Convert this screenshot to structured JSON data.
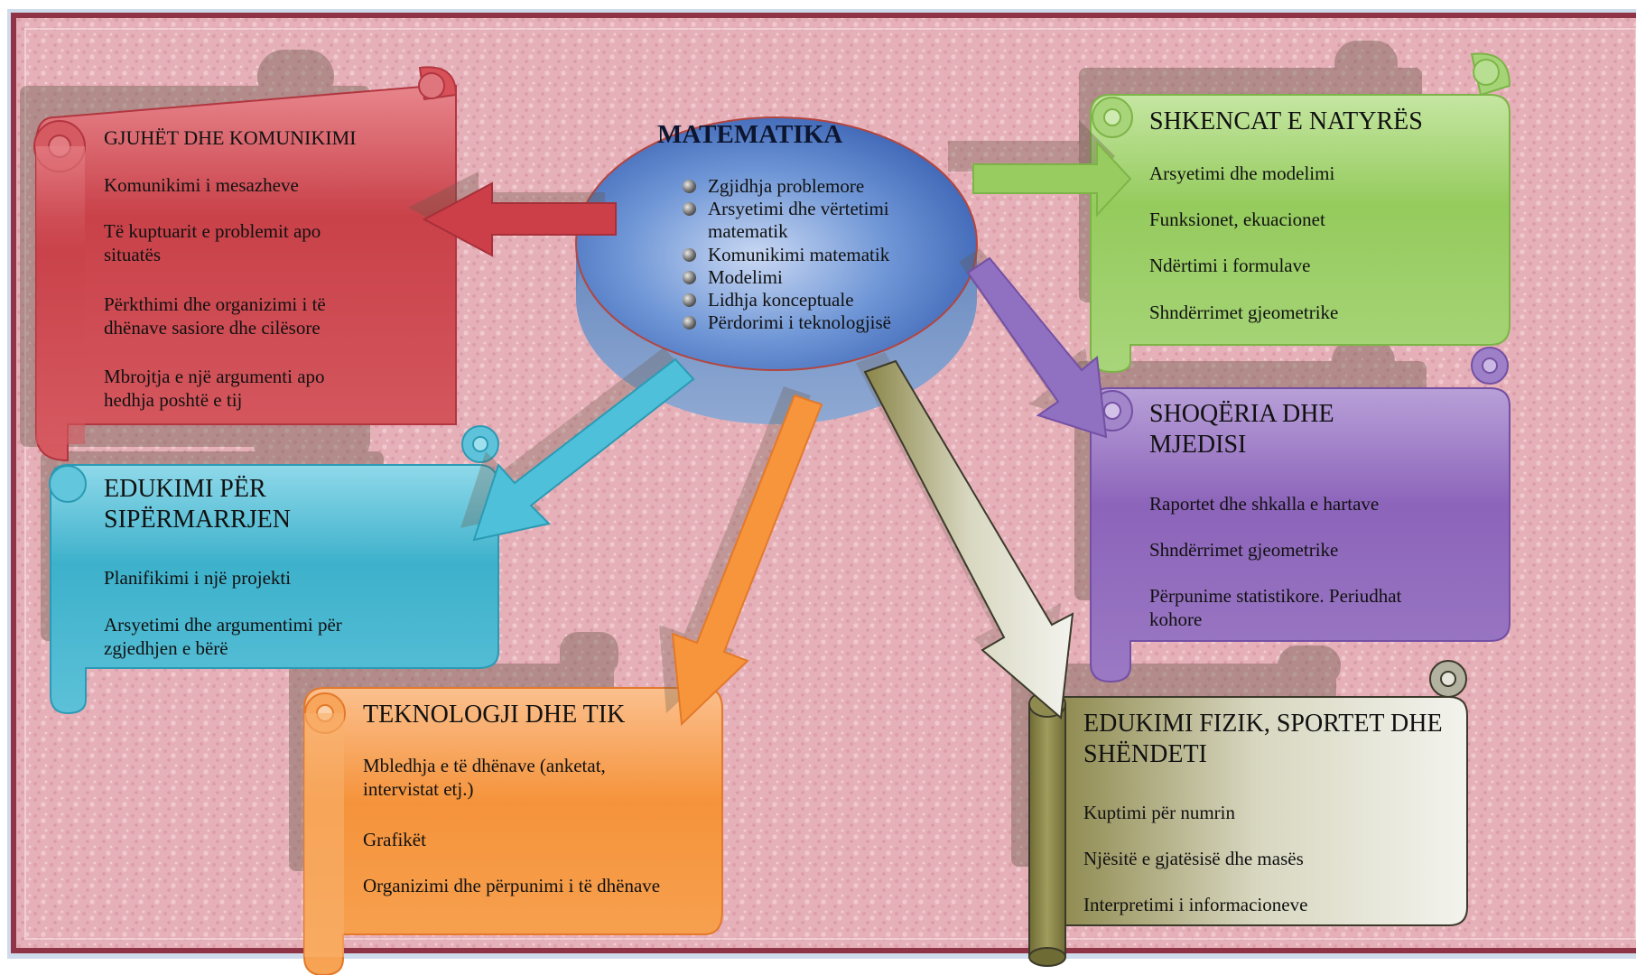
{
  "center": {
    "title": "MATEMATIKA",
    "items": [
      "Zgjidhja problemore",
      "Arsyetimi dhe vërtetimi matematik",
      "Komunikimi matematik",
      "Modelimi",
      "Lidhja konceptuale",
      "Përdorimi i teknologjisë"
    ]
  },
  "boxes": {
    "gjuhet": {
      "title": "GJUHËT DHE KOMUNIKIMI",
      "items": [
        "Komunikimi i mesazheve",
        "Të kuptuarit e problemit apo situatës",
        "Përkthimi dhe organizimi i të dhënave sasiore dhe cilësore",
        "Mbrojtja e një argumenti apo hedhja poshtë e tij"
      ]
    },
    "edukimi_sipermarrjen": {
      "title": "EDUKIMI PËR SIPËRMARRJEN",
      "items": [
        "Planifikimi i një projekti",
        "Arsyetimi dhe argumentimi për zgjedhjen e bërë"
      ]
    },
    "teknologji": {
      "title": "TEKNOLOGJI DHE TIK",
      "items": [
        "Mbledhja e të dhënave (anketat, intervistat etj.)",
        "Grafikët",
        "Organizimi dhe përpunimi i të dhënave"
      ]
    },
    "shkencat": {
      "title": "SHKENCAT E NATYRËS",
      "items": [
        "Arsyetimi dhe modelimi",
        "Funksionet, ekuacionet",
        "Ndërtimi i formulave",
        "Shndërrimet gjeometrike"
      ]
    },
    "shoqeria": {
      "title": "SHOQËRIA DHE MJEDISI",
      "items": [
        "Raportet dhe shkalla e hartave",
        "Shndërrimet gjeometrike",
        "Përpunime statistikore. Periudhat kohore"
      ]
    },
    "fizik": {
      "title": "EDUKIMI FIZIK, SPORTET DHE SHËNDETI",
      "items": [
        "Kuptimi për numrin",
        "Njësitë e gjatësisë dhe masës",
        "Interpretimi i informacioneve"
      ]
    }
  },
  "colors": {
    "background": "#e9b7bf",
    "frame": "#8f3446",
    "gjuhet": "#c74048",
    "edukimi_sipermarrjen": "#3fb2cc",
    "teknologji": "#f5923a",
    "shkencat": "#93c95a",
    "shoqeria": "#8b63b8",
    "fizik": "#8c8a4e",
    "hub": "#4f78c4"
  }
}
